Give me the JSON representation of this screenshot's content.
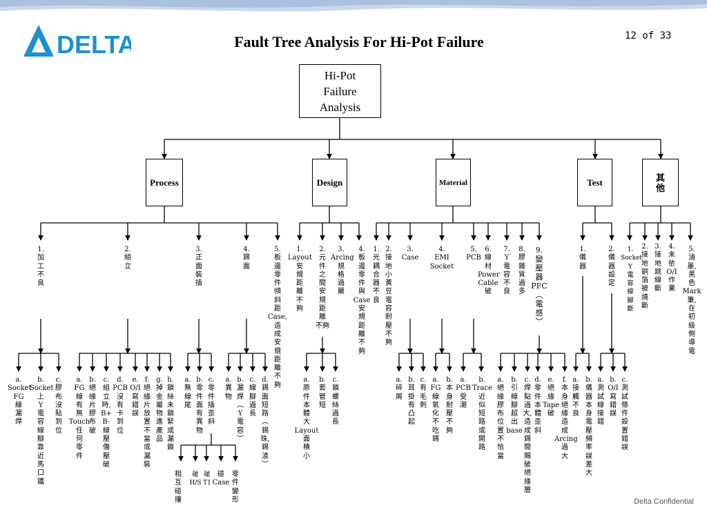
{
  "header": {
    "title": "Fault Tree Analysis For Hi-Pot Failure",
    "page_number": "12 of 33",
    "logo_text": "DELTA",
    "confidential": "Delta Confidential"
  },
  "colors": {
    "logo_blue": "#1e8fd0",
    "wave_blue": "#b8cde6"
  },
  "tree": {
    "root": "Hi-Pot\nFailure\nAnalysis",
    "categories": {
      "process": "Process",
      "design": "Design",
      "material": "Material",
      "test": "Test",
      "other": "其\n他"
    },
    "process": {
      "c1": "1.\n加\n工\n不\n良",
      "c2": "2.\n組\n立",
      "c3": "3.\n正\n面\n裝\n插",
      "c4": "4.\n錫\n面",
      "c5": "5.\n板\n邊\n零\n件\n傾\n斜\n距\nCase,\n造\n成\n安\n規\n距\n離\n不\n夠",
      "c1_subs": [
        "a.\nSocket\nFG\n線\n漏\n焊",
        "b.\nSocket\n上\nY\n電\n容\n線\n腳\n靠\n近\n馬\n口\n鐵",
        "c.\n膠\n布\n沒\n貼\n到\n位"
      ],
      "c2_subs": [
        "a.\nFG\n線\n有\n無\nTouch\n任\n何\n零\n件",
        "b.\n絕\n緣\n片\n膠\n布\n破",
        "c.\n組\n立\n時,\nB+\nB-\n線\n壓\n傷\n壓\n破",
        "d.\nPCB\n沒\n有\n卡\n到\n位",
        "e.\nO/I\n寫\n錯\n誤",
        "f.\n絕\n緣\n片\n放\n置\n不\n當\n或\n漏\n裝",
        "g.\n掉\n金\n屬\n物\n進\n產\n品",
        "h.\n鎖\n絲\n未\n鎖\n緊\n或\n漏\n鎖"
      ],
      "c3_subs": [
        "a.\n無\n線\n尾",
        "b.\n零\n件\n面\n有\n異\n物",
        "c.\n零\n件\n插\n歪\n斜"
      ],
      "c3c_subs": [
        "相\n互\n碰\n撞",
        "碰\nH/S",
        "碰\nT1",
        "碰\nCase",
        "零\n件\n變\n形"
      ],
      "c4_subs": [
        "a.\n異\n物",
        "b.\n漏\n焊\n︵\nY\n電\n容\n︶",
        "c.\n線\n腳\n過\n長",
        "d.\n錫\n面\n短\n路\n︵\n錫\n珠,\n錫\n渣\n︶"
      ]
    },
    "design": {
      "c1": "1.\nLayout\n安\n規\n距\n離\n不\n夠",
      "c2": "2.\n元\n件\n之\n間\n安\n規\n距\n離\n不夠",
      "c3": "3.\nArcing\n規\n格\n過\n嚴",
      "c4": "4.\n板\n邊\n零\n件\n與\nCase\n安\n規\n距\n離\n不\n夠",
      "c1_subs": [
        "a.\n原\n件\n本\n體\n大\nLayout\n面\n積\n小",
        "b.\n套\n管\n短",
        "c.\n鎖\n螺\n絲\n過\n長"
      ]
    },
    "material": {
      "c1": "1.\n光\n耦\n合\n器\n不\n良",
      "c2": "2.\n接\n地\n小\n黃\n豆\n電\n容\n耐\n壓\n不\n夠",
      "c3": "3.\nCase",
      "c4": "4.\nEMI\nSocket",
      "c5": "5.\nPCB",
      "c6": "6.\n線\n材\nPower\nCable\n破",
      "c7": "7.\nY\n電\n容\n不\n良",
      "c8": "8.\n膠\n雜\n質\n過\n多",
      "c9": "9.\n變\n壓\n器\nPFC\n︵\n電\n感\n︶",
      "c3_subs": [
        "a.\n碎\n屑",
        "b.\n耳\n掛\n有\n凸\n起",
        "c.\n有\n毛\n刺"
      ],
      "c4_subs": [
        "a.\nFG\n線\n氧\n化\n不\n吃\n錫",
        "b.\n本\n身\n耐\n壓\n不\n夠"
      ],
      "c5_subs": [
        "a.\nPCB\n受\n潮",
        "b.\nTrace\n近\n似\n短\n路\n或\n開\n路"
      ],
      "c9_subs": [
        "a.\n絕\n緣\n膠\n布\n位\n置\n不\n恰\n當",
        "b.\n引\n線\n腳\n超\n出\nbase",
        "c.\n焊\n點\n過\n大,\n造\n成\n錫\n間\n賜\n破\n絕\n緣\n層",
        "d.\n零\n件\n本\n體\n歪\n斜",
        "e.\n絕\n緣\nTape\n破",
        "f.\n本\n身\n絕\n緣\n造\n成\nArcing\n過\n大"
      ]
    },
    "test": {
      "c1": "1.\n儀\n器",
      "c2": "2.\n儀\n器\n設\n定",
      "c1_subs": [
        "a.\n接\n觸\n不\n良",
        "b.\n儀\n器\n本\n身\n電\n壓\n頻\n率\n誤\n差\n大"
      ],
      "c2_subs": [
        "a.\n測\n試\n線\n接\n錯",
        "b.\nO/I\n寫\n錯\n誤",
        "c.\n測\n試\n條\n件\n設\n置\n錯\n誤"
      ]
    },
    "other": {
      "c1": "1.\nSocket\nY\n電\n容\n線\n腳\n斷",
      "c2": "2.\n接\n地\n銅\n箔\n被\n燒\n斷",
      "c3": "3.\n接\n地\n跳\n線\n斷",
      "c4": "4.\n未\n依\nO/I\n作\n業",
      "c5": "5.\n油\n墨,\n黑\n色\nMark\n筆,\n在\n初\n級\n側\n導\n電"
    }
  }
}
